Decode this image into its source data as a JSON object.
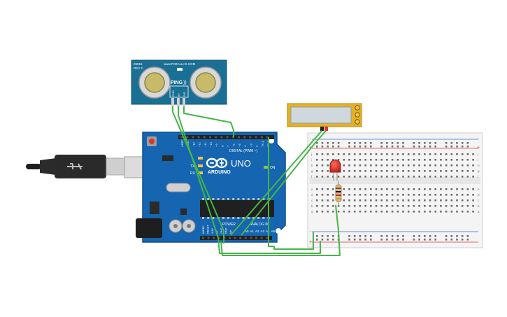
{
  "sensor": {
    "model": "28015",
    "rev": "REV C",
    "url": "www.PARALLAX.COM",
    "brand": "PING",
    "symbol": "))",
    "pins": [
      "GND",
      "5V",
      "SIG"
    ]
  },
  "arduino": {
    "logo": "ARDUINO",
    "model": "UNO",
    "digital_label": "DIGITAL (PWM ~)",
    "power_label": "POWER",
    "analog_label": "ANALOG IN",
    "on_label": "ON",
    "tx_label": "TX",
    "rx_label": "RX",
    "l_label": "L",
    "digital_pins": [
      "AREF",
      "GND",
      "~13",
      "~12",
      "~11",
      "~10",
      "~9",
      "8",
      "7",
      "~6",
      "~5",
      "4",
      "~3",
      "2",
      "TX 1",
      "RX 0"
    ],
    "power_pins": [
      "IOREF",
      "RESET",
      "3.3V",
      "5V",
      "GND",
      "GND",
      "Vin"
    ],
    "analog_pins": [
      "A0",
      "A1",
      "A2",
      "A3",
      "A4",
      "A5"
    ]
  },
  "breadboard": {
    "top_rows": [
      "j",
      "i",
      "h",
      "g",
      "f"
    ],
    "bottom_rows": [
      "e",
      "d",
      "c",
      "b",
      "a"
    ],
    "plus": "+",
    "minus": "-"
  },
  "colors": {
    "wire": "#45b649",
    "arduino_board": "#1565b0",
    "sensor_board": "#1a6f95",
    "lcd_frame": "#e3b027",
    "led": "#d8302a"
  }
}
